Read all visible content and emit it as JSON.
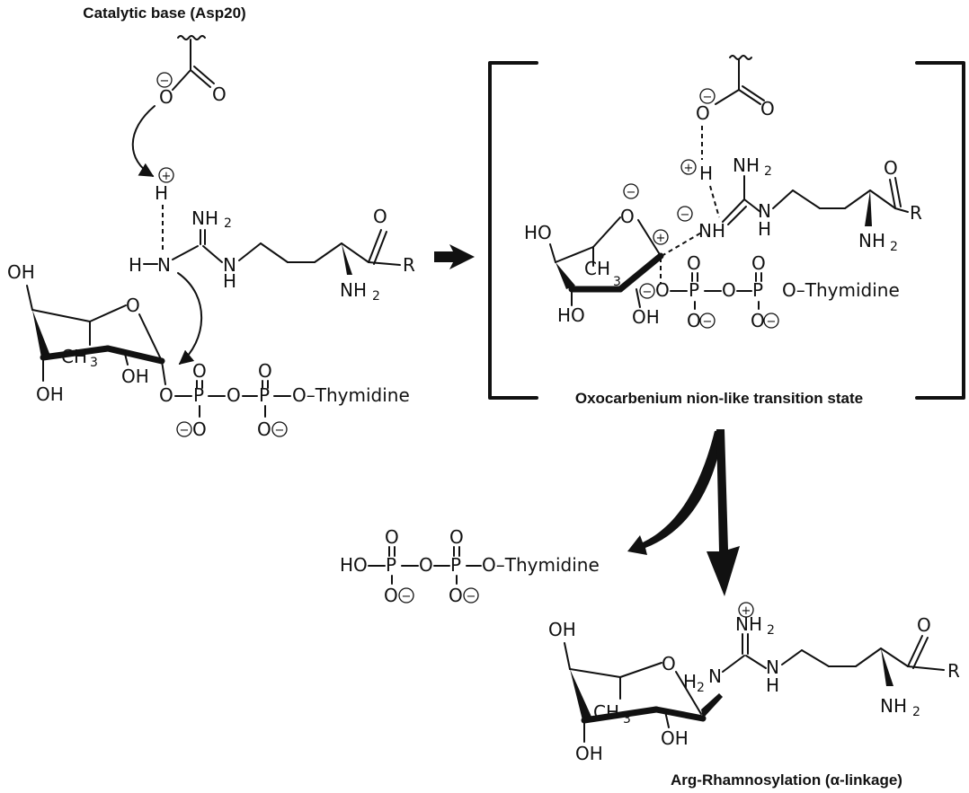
{
  "captions": {
    "catalytic_base": "Catalytic base (Asp20)",
    "transition_state": "Oxocarbenium nion-like transition state",
    "product": "Arg-Rhamnosylation (α-linkage)"
  },
  "atoms": {
    "O": "O",
    "OH": "OH",
    "HO": "HO",
    "H": "H",
    "N": "N",
    "NH": "NH",
    "NH2": "NH",
    "H2": "H",
    "P": "P",
    "R": "R",
    "CH3": "CH",
    "thymidine_left": "O–Thymidine",
    "thymidine_mid": "O–Thymidine",
    "thymidine_right": "O–Thymidine",
    "sub2": "2",
    "sub3": "3"
  },
  "charges": {
    "minus": "−",
    "plus": "+"
  }
}
